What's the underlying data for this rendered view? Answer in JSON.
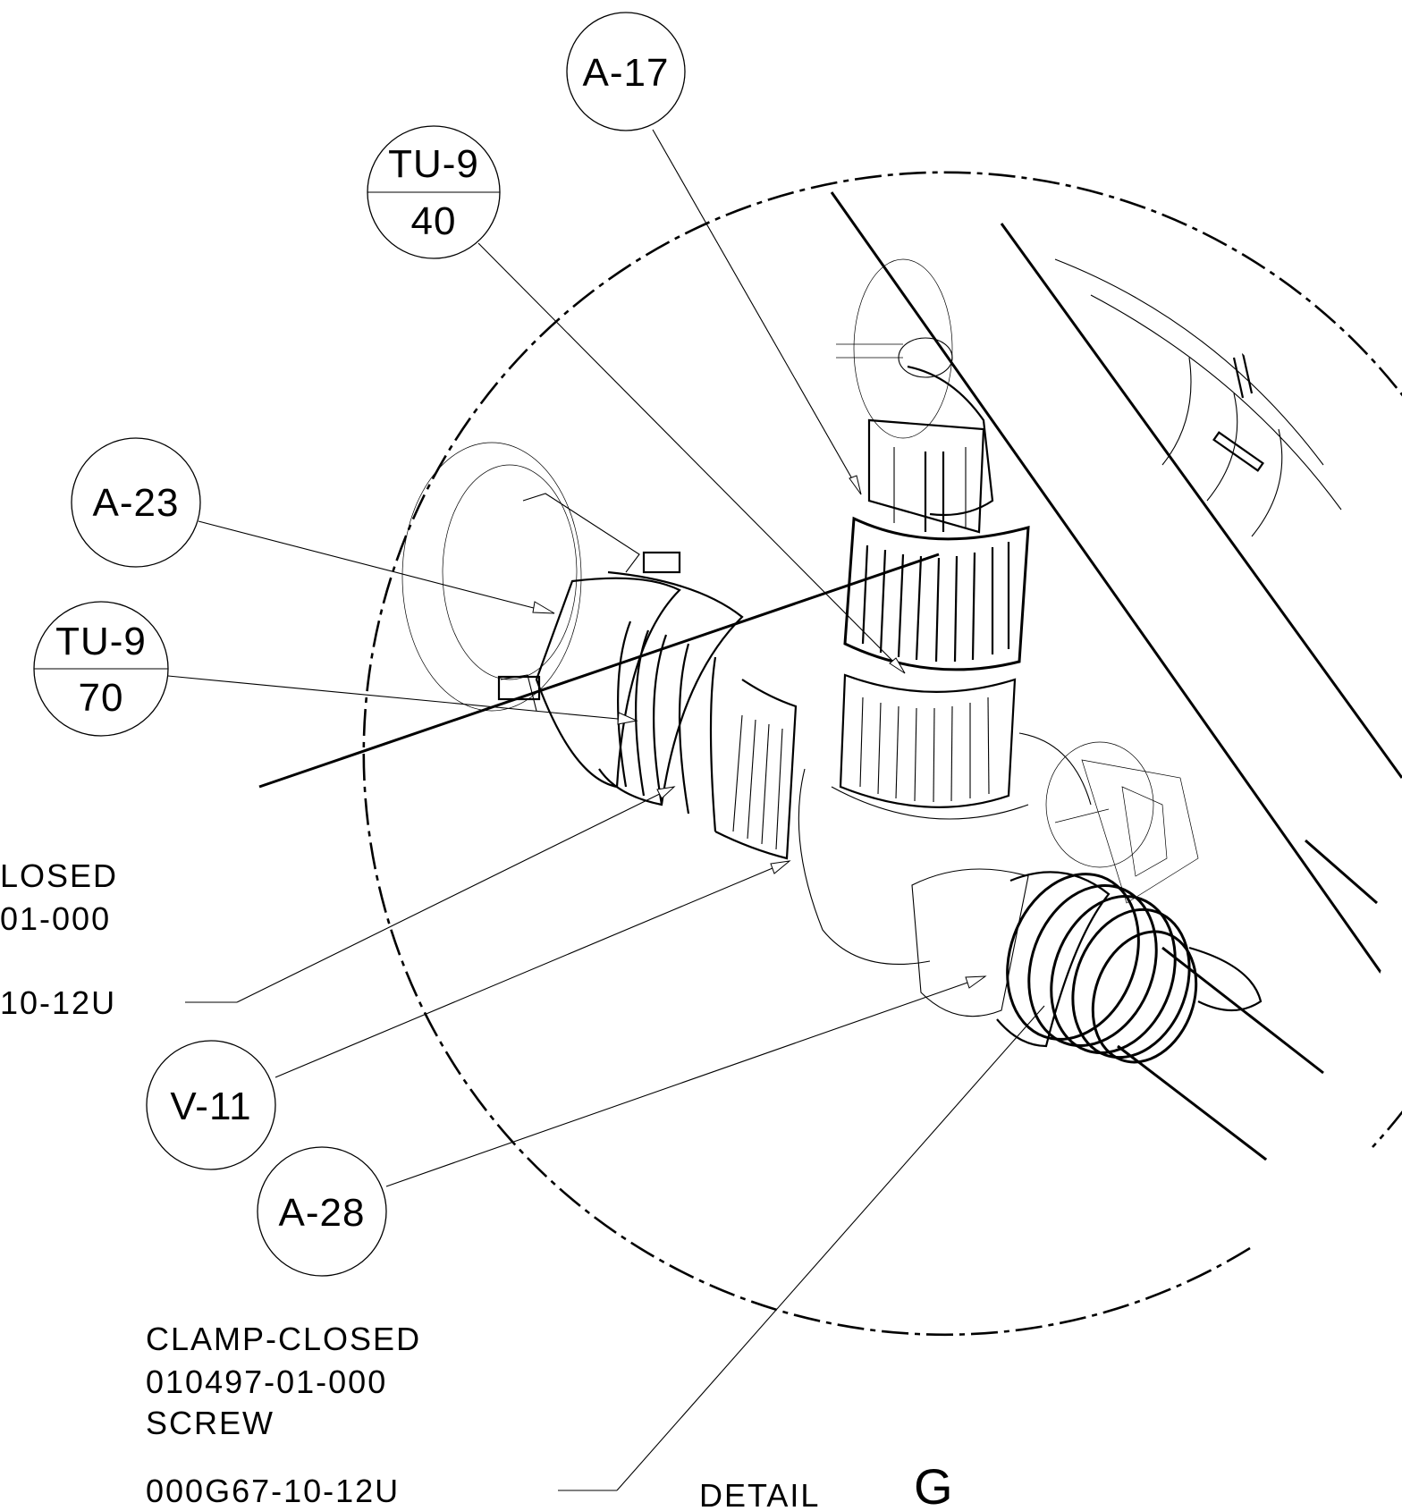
{
  "callouts": {
    "a17": "A-17",
    "tu9_top": {
      "part": "TU-9",
      "qty": "40"
    },
    "a23": "A-23",
    "tu9_mid": {
      "part": "TU-9",
      "qty": "70"
    },
    "v11": "V-11",
    "a28": "A-28"
  },
  "notes": {
    "left_partial": [
      "LOSED",
      "01-000",
      "10-12U"
    ],
    "bottom": [
      "CLAMP-CLOSED",
      "010497-01-000",
      "SCREW",
      "000G67-10-12U"
    ]
  },
  "detail_label": {
    "prefix": "DETAIL",
    "letter": "G"
  }
}
